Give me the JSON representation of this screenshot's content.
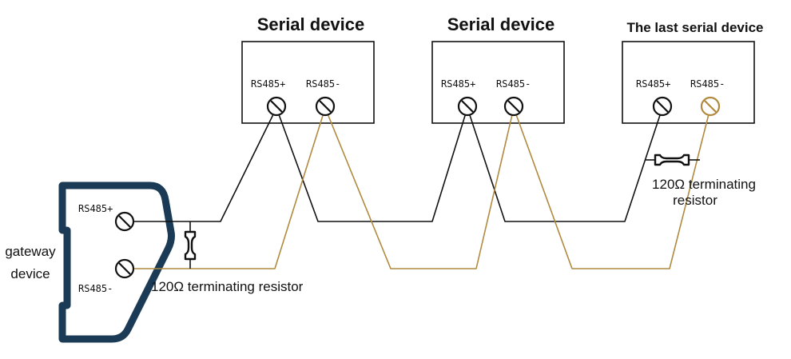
{
  "colors": {
    "wire_positive": "#111111",
    "wire_negative": "#b08a3e",
    "gateway_outline": "#1a3a56"
  },
  "devices": [
    {
      "title": "Serial device",
      "terminal_plus": "RS485+",
      "terminal_minus": "RS485-"
    },
    {
      "title": "Serial device",
      "terminal_plus": "RS485+",
      "terminal_minus": "RS485-"
    },
    {
      "title": "The last serial device",
      "terminal_plus": "RS485+",
      "terminal_minus": "RS485-"
    }
  ],
  "gateway": {
    "label_line1": "gateway",
    "label_line2": "device",
    "terminal_plus": "RS485+",
    "terminal_minus": "RS485-"
  },
  "resistors": {
    "gateway_label": "120Ω terminating resistor",
    "last_label_line1": "120Ω terminating",
    "last_label_line2": "resistor"
  }
}
